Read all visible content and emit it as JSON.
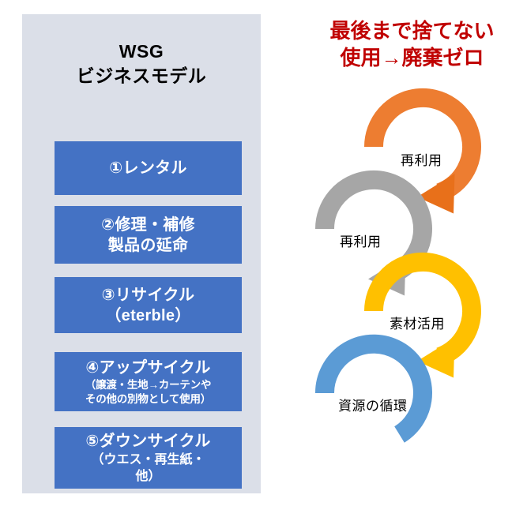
{
  "panel": {
    "title_line1": "WSG",
    "title_line2": "ビジネスモデル",
    "boxes": [
      {
        "main": "①レンタル",
        "sub": "",
        "sub2": ""
      },
      {
        "main": "②修理・補修",
        "sub": "製品の延命",
        "sub2": ""
      },
      {
        "main": "③リサイクル",
        "sub": "（eterble）",
        "sub2": ""
      },
      {
        "main": "④アップサイクル",
        "sub": "（譲渡・生地→カーテンや",
        "sub2": "その他の別物として使用）"
      },
      {
        "main": "⑤ダウンサイクル",
        "sub": "（ウエス・再生紙・",
        "sub2": "他）"
      }
    ]
  },
  "headline": {
    "line1": "最後まで捨てない",
    "line2": "使用→廃棄ゼロ"
  },
  "cycle": {
    "rings": [
      {
        "label": "再利用",
        "color": "#ed7d31"
      },
      {
        "label": "再利用",
        "color": "#a6a6a6"
      },
      {
        "label": "素材活用",
        "color": "#ffc000"
      },
      {
        "label": "資源の循環",
        "color": "#5b9bd5"
      }
    ]
  },
  "colors": {
    "panel_bg": "#dbdfe8",
    "box_blue": "#4472c4",
    "headline_red": "#c00000",
    "orange": "#ed7d31",
    "gray": "#a6a6a6",
    "yellow": "#ffc000",
    "blue": "#5b9bd5"
  }
}
